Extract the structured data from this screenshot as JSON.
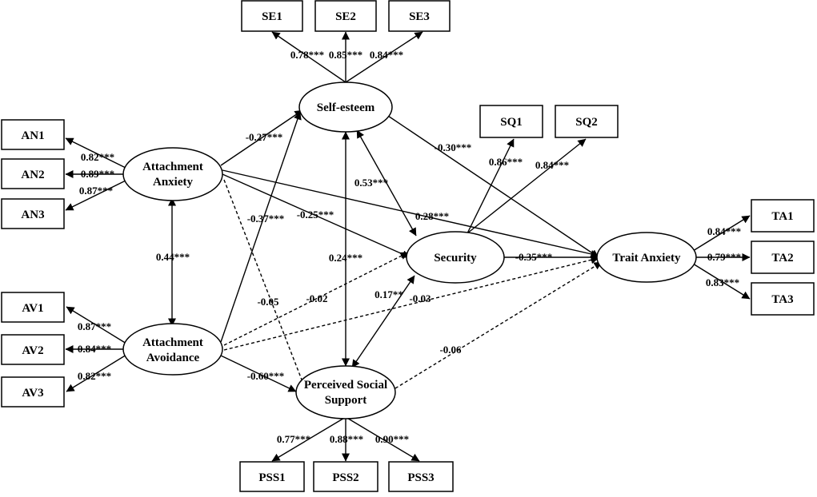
{
  "observed": {
    "SE1": "SE1",
    "SE2": "SE2",
    "SE3": "SE3",
    "AN1": "AN1",
    "AN2": "AN2",
    "AN3": "AN3",
    "AV1": "AV1",
    "AV2": "AV2",
    "AV3": "AV3",
    "SQ1": "SQ1",
    "SQ2": "SQ2",
    "TA1": "TA1",
    "TA2": "TA2",
    "TA3": "TA3",
    "PSS1": "PSS1",
    "PSS2": "PSS2",
    "PSS3": "PSS3"
  },
  "latent": {
    "self_esteem": [
      "Self-esteem"
    ],
    "attachment_anxiety": [
      "Attachment",
      "Anxiety"
    ],
    "attachment_avoidance": [
      "Attachment",
      "Avoidance"
    ],
    "security": [
      "Security"
    ],
    "trait_anxiety": [
      "Trait Anxiety"
    ],
    "perceived_social_support": [
      "Perceived Social",
      "Support"
    ]
  },
  "loadings": {
    "SE1": "0.78***",
    "SE2": "0.85***",
    "SE3": "0.84***",
    "AN1": "0.82***",
    "AN2": "0.89***",
    "AN3": "0.87***",
    "AV1": "0.87***",
    "AV2": "0.84***",
    "AV3": "0.82***",
    "SQ1": "0.86***",
    "SQ2": "0.84***",
    "TA1": "0.84***",
    "TA2": "0.79***",
    "TA3": "0.83***",
    "PSS1": "0.77***",
    "PSS2": "0.88***",
    "PSS3": "0.90***"
  },
  "paths": {
    "anx_se": "-0.27***",
    "anx_sec": "-0.25***",
    "anx_ta": "0.28***",
    "anx_pss": "-0.05",
    "anx_avo": "0.44***",
    "avo_se": "-0.37***",
    "avo_sec": "-0.02",
    "avo_ta": "-0.03",
    "avo_pss": "-0.60***",
    "se_ta": "-0.30***",
    "se_sec": "0.53***",
    "se_pss": "0.24***",
    "pss_sec": "0.17**",
    "pss_ta": "-0.06",
    "sec_ta": "-0.35***"
  }
}
